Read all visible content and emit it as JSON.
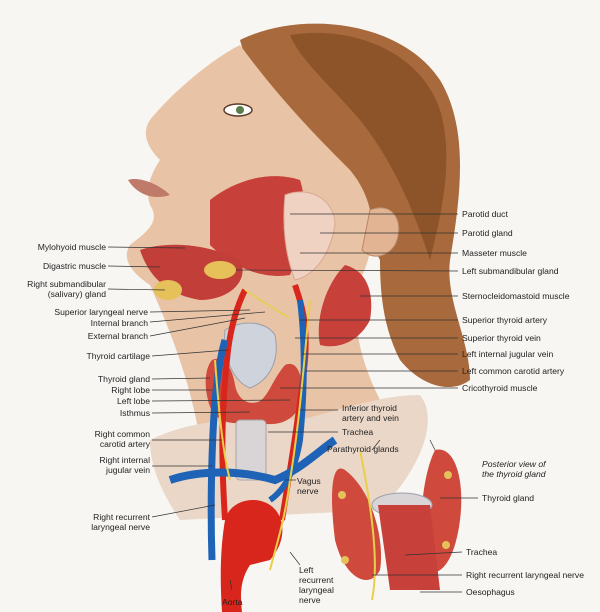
{
  "labels": {
    "parotid_duct": "Parotid duct",
    "parotid_gland": "Parotid gland",
    "masseter_muscle": "Masseter muscle",
    "left_submandibular_gland": "Left submandibular gland",
    "sternocleidomastoid_muscle": "Sternocleidomastoid muscle",
    "superior_thyroid_artery": "Superior thyroid artery",
    "superior_thyroid_vein": "Superior thyroid vein",
    "left_internal_jugular_vein": "Left internal jugular vein",
    "left_common_carotid_artery": "Left common carotid artery",
    "cricothyroid_muscle": "Cricothyroid muscle",
    "mylohyoid_muscle": "Mylohyoid muscle",
    "digastric_muscle": "Digastric muscle",
    "right_submandibular_gland": "Right submandibular\n(salivary) gland",
    "superior_laryngeal_nerve": "Superior laryngeal nerve",
    "internal_branch": "Internal branch",
    "external_branch": "External branch",
    "thyroid_cartilage": "Thyroid cartilage",
    "thyroid_gland": "Thyroid gland",
    "right_lobe": "Right lobe",
    "left_lobe": "Left lobe",
    "isthmus": "Isthmus",
    "right_common_carotid_artery": "Right common\ncarotid artery",
    "right_internal_jugular_vein": "Right internal\njugular vein",
    "right_recurrent_laryngeal_nerve": "Right recurrent\nlaryngeal nerve",
    "aorta": "Aorta",
    "left_recurrent_laryngeal_nerve": "Left\nrecurrent\nlaryngeal\nnerve",
    "vagus_nerve": "Vagus\nnerve",
    "inferior_thyroid_artery_vein": "Inferior thyroid\nartery and vein",
    "trachea": "Trachea",
    "parathyroid_glands": "Parathyroid glands",
    "posterior_view": "Posterior view of\nthe thyroid gland",
    "inset_thyroid_gland": "Thyroid gland",
    "inset_trachea": "Trachea",
    "inset_right_recurrent_laryngeal_nerve": "Right recurrent laryngeal nerve",
    "oesophagus": "Oesophagus"
  },
  "colors": {
    "skin": "#e9c3a6",
    "hair": "#a86a3c",
    "muscle": "#c8403a",
    "artery": "#d8261c",
    "vein": "#1e63b5",
    "nerve": "#e8cf4a",
    "gland": "#f0d2c2",
    "cartilage": "#cfd3dc"
  }
}
